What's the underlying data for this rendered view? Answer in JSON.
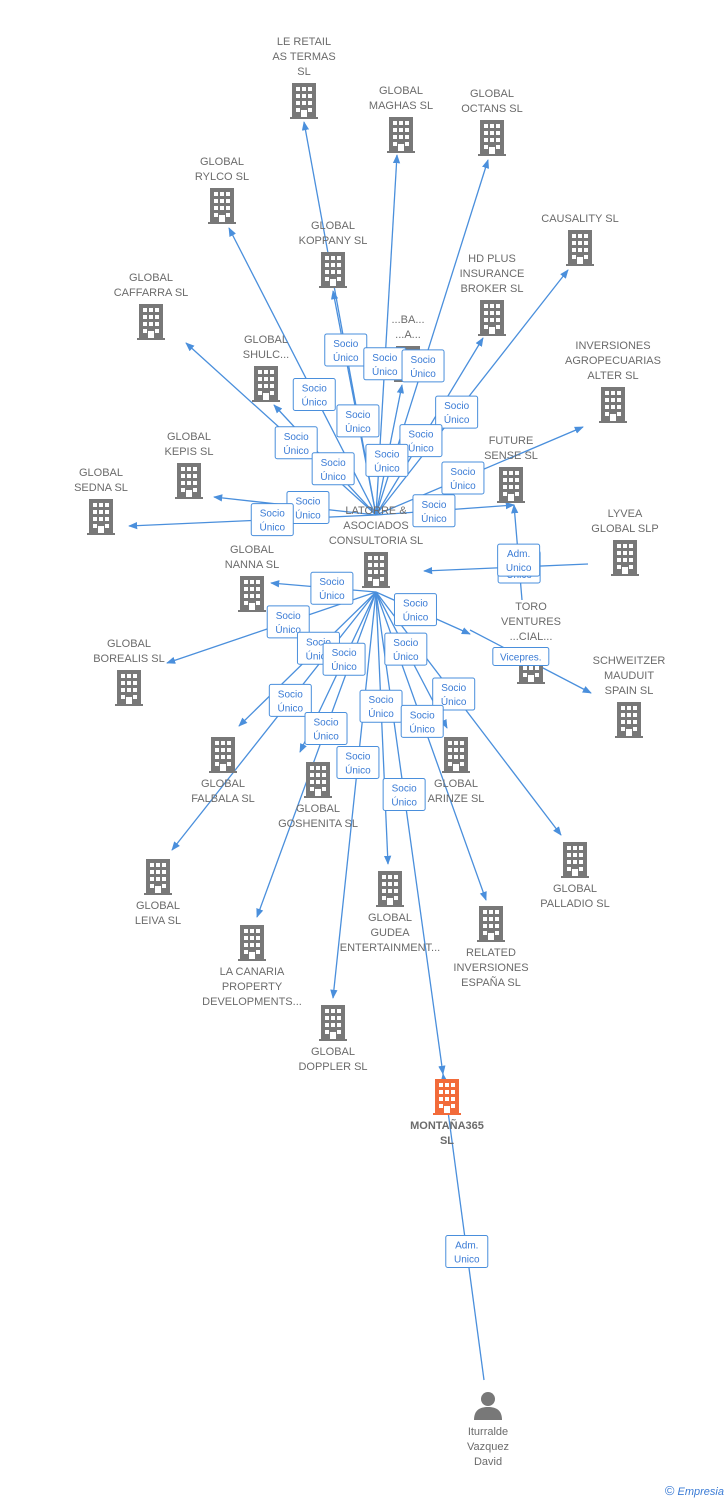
{
  "colors": {
    "edge": "#4a8fdc",
    "building": "#787878",
    "building_main": "#f26b3a",
    "person": "#787878"
  },
  "nodes": [
    {
      "id": "latorre",
      "label": [
        "LATORRE &",
        "ASOCIADOS",
        "CONSULTORIA SL"
      ],
      "kind": "building"
    },
    {
      "id": "montana",
      "label": [
        "MONTAÑA365",
        "SL"
      ],
      "kind": "building-main"
    },
    {
      "id": "iturralde",
      "label": [
        "Iturralde",
        "Vazquez",
        "David"
      ],
      "kind": "person"
    },
    {
      "id": "leretail",
      "label": [
        "LE RETAIL",
        "AS TERMAS",
        "SL"
      ],
      "kind": "building"
    },
    {
      "id": "maghas",
      "label": [
        "GLOBAL",
        "MAGHAS  SL"
      ],
      "kind": "building"
    },
    {
      "id": "octans",
      "label": [
        "GLOBAL",
        "OCTANS  SL"
      ],
      "kind": "building"
    },
    {
      "id": "rylco",
      "label": [
        "GLOBAL",
        "RYLCO  SL"
      ],
      "kind": "building"
    },
    {
      "id": "koppany",
      "label": [
        "GLOBAL",
        "KOPPANY  SL"
      ],
      "kind": "building"
    },
    {
      "id": "causality",
      "label": [
        "CAUSALITY  SL"
      ],
      "kind": "building"
    },
    {
      "id": "hdplus",
      "label": [
        "HD PLUS",
        "INSURANCE",
        "BROKER  SL"
      ],
      "kind": "building"
    },
    {
      "id": "caffarra",
      "label": [
        "GLOBAL",
        "CAFFARRA  SL"
      ],
      "kind": "building"
    },
    {
      "id": "shulc",
      "label": [
        "GLOBAL",
        "SHULC..."
      ],
      "kind": "building"
    },
    {
      "id": "hidden1",
      "label": [
        "...BA...",
        "...A..."
      ],
      "kind": "building"
    },
    {
      "id": "agropecuarias",
      "label": [
        "INVERSIONES",
        "AGROPECUARIAS",
        "ALTER  SL"
      ],
      "kind": "building"
    },
    {
      "id": "kepis",
      "label": [
        "GLOBAL",
        "KEPIS  SL"
      ],
      "kind": "building"
    },
    {
      "id": "future",
      "label": [
        "FUTURE",
        "SENSE  SL"
      ],
      "kind": "building"
    },
    {
      "id": "sedna",
      "label": [
        "GLOBAL",
        "SEDNA  SL"
      ],
      "kind": "building"
    },
    {
      "id": "lyvea",
      "label": [
        "LYVEA",
        "GLOBAL  SLP"
      ],
      "kind": "building"
    },
    {
      "id": "nanna",
      "label": [
        "GLOBAL",
        "NANNA  SL"
      ],
      "kind": "building"
    },
    {
      "id": "toro",
      "label": [
        "TORO",
        "VENTURES",
        "...CIAL..."
      ],
      "kind": "building"
    },
    {
      "id": "borealis",
      "label": [
        "GLOBAL",
        "BOREALIS  SL"
      ],
      "kind": "building"
    },
    {
      "id": "schweitzer",
      "label": [
        "SCHWEITZER",
        "MAUDUIT",
        "SPAIN SL"
      ],
      "kind": "building"
    },
    {
      "id": "falbala",
      "label": [
        "GLOBAL",
        "FALBALA  SL"
      ],
      "kind": "building"
    },
    {
      "id": "goshenita",
      "label": [
        "GLOBAL",
        "GOSHENITA SL"
      ],
      "kind": "building"
    },
    {
      "id": "arinze",
      "label": [
        "GLOBAL",
        "ARINZE  SL"
      ],
      "kind": "building"
    },
    {
      "id": "palladio",
      "label": [
        "GLOBAL",
        "PALLADIO  SL"
      ],
      "kind": "building"
    },
    {
      "id": "leiva",
      "label": [
        "GLOBAL",
        "LEIVA  SL"
      ],
      "kind": "building"
    },
    {
      "id": "gudea",
      "label": [
        "GLOBAL",
        "GUDEA",
        "ENTERTAINMENT..."
      ],
      "kind": "building"
    },
    {
      "id": "related",
      "label": [
        "RELATED",
        "INVERSIONES",
        "ESPAÑA  SL"
      ],
      "kind": "building"
    },
    {
      "id": "lacanaria",
      "label": [
        "LA CANARIA",
        "PROPERTY",
        "DEVELOPMENTS..."
      ],
      "kind": "building"
    },
    {
      "id": "doppler",
      "label": [
        "GLOBAL",
        "DOPPLER  SL"
      ],
      "kind": "building"
    }
  ],
  "edges": [
    {
      "from": "latorre",
      "to": "leretail",
      "label": [
        "Socio",
        "Único"
      ]
    },
    {
      "from": "latorre",
      "to": "maghas",
      "label": [
        "Socio",
        "Único"
      ]
    },
    {
      "from": "latorre",
      "to": "octans",
      "label": [
        "Socio",
        "Único"
      ]
    },
    {
      "from": "latorre",
      "to": "rylco",
      "label": [
        "Socio",
        "Único"
      ]
    },
    {
      "from": "latorre",
      "to": "koppany",
      "label": [
        "Socio",
        "Único"
      ]
    },
    {
      "from": "latorre",
      "to": "causality",
      "label": [
        "Socio",
        "Único"
      ]
    },
    {
      "from": "latorre",
      "to": "hdplus",
      "label": [
        "Socio",
        "Único"
      ]
    },
    {
      "from": "latorre",
      "to": "caffarra",
      "label": [
        "Socio",
        "Único"
      ]
    },
    {
      "from": "latorre",
      "to": "shulc",
      "label": [
        "Socio",
        "Único"
      ]
    },
    {
      "from": "latorre",
      "to": "hidden1",
      "label": [
        "Socio",
        "Único"
      ]
    },
    {
      "from": "latorre",
      "to": "agropecuarias",
      "label": [
        "Socio",
        "Único"
      ]
    },
    {
      "from": "latorre",
      "to": "kepis",
      "label": [
        "Socio",
        "Único"
      ]
    },
    {
      "from": "latorre",
      "to": "future",
      "label": [
        "Socio",
        "Único"
      ]
    },
    {
      "from": "latorre",
      "to": "sedna",
      "label": [
        "Socio",
        "Único"
      ]
    },
    {
      "from": "lyvea",
      "to": "latorre",
      "label": [
        "Socio",
        "Único"
      ]
    },
    {
      "from": "toro",
      "to": "future",
      "label": [
        "Adm.",
        "Unico"
      ]
    },
    {
      "from": "latorre",
      "to": "nanna",
      "label": [
        "Socio",
        "Único"
      ]
    },
    {
      "from": "latorre",
      "to": "toro",
      "label": [
        "Socio",
        "Único"
      ]
    },
    {
      "from": "toro",
      "to": "schweitzer",
      "label": [
        "Vicepres."
      ]
    },
    {
      "from": "latorre",
      "to": "borealis",
      "label": [
        "Socio",
        "Único"
      ]
    },
    {
      "from": "latorre",
      "to": "falbala",
      "label": [
        "Socio",
        "Único"
      ]
    },
    {
      "from": "latorre",
      "to": "goshenita",
      "label": [
        "Socio",
        "Único"
      ]
    },
    {
      "from": "latorre",
      "to": "arinze",
      "label": [
        "Socio",
        "Único"
      ]
    },
    {
      "from": "latorre",
      "to": "palladio",
      "label": [
        "Socio",
        "Único"
      ]
    },
    {
      "from": "latorre",
      "to": "leiva",
      "label": [
        "Socio",
        "Único"
      ]
    },
    {
      "from": "latorre",
      "to": "gudea",
      "label": [
        "Socio",
        "Único"
      ]
    },
    {
      "from": "latorre",
      "to": "related",
      "label": [
        "Socio",
        "Único"
      ]
    },
    {
      "from": "latorre",
      "to": "lacanaria",
      "label": [
        "Socio",
        "Único"
      ]
    },
    {
      "from": "latorre",
      "to": "doppler",
      "label": [
        "Socio",
        "Único"
      ]
    },
    {
      "from": "latorre",
      "to": "montana",
      "label": [
        "Socio",
        "Único"
      ]
    },
    {
      "from": "iturralde",
      "to": "montana",
      "label": [
        "Adm.",
        "Unico"
      ]
    }
  ],
  "footer": {
    "copyright": "©",
    "brand": "Empresia"
  }
}
